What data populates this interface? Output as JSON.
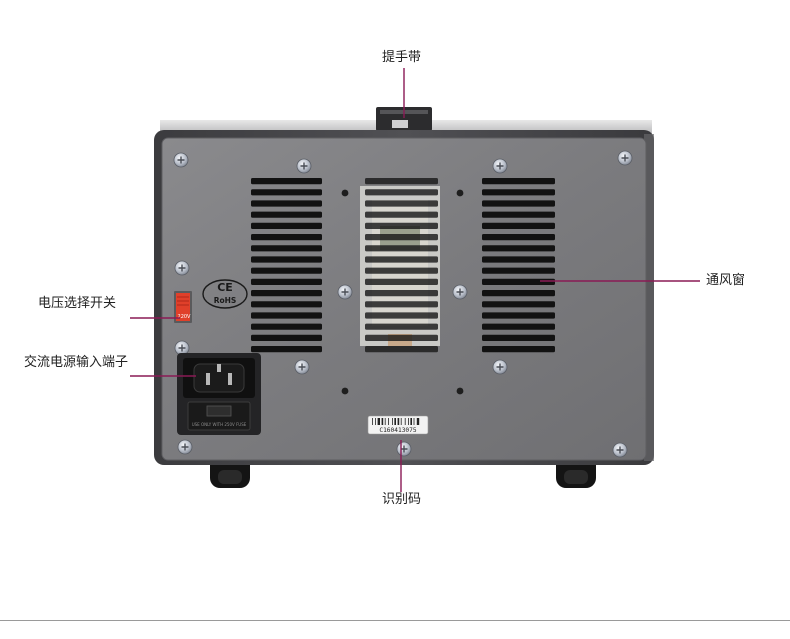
{
  "labels": {
    "handle": "提手带",
    "vent": "通风窗",
    "voltage_switch": "电压选择开关",
    "ac_input": "交流电源输入端子",
    "id_code": "识别码"
  },
  "device": {
    "ce_mark": "CE",
    "rohs_mark": "RoHS",
    "switch_marking": "220V",
    "serial_text": "C160413075",
    "fuse_text": "USE ONLY WITH 250V FUSE"
  },
  "colors": {
    "callout_line": "#8a1a55",
    "panel": "#7d7d80",
    "panel_frame": "#4a4a4d",
    "switch": "#e0402a"
  },
  "icons": [
    "screw-icon",
    "ce-mark-icon",
    "iec-socket-icon",
    "fuse-icon"
  ]
}
